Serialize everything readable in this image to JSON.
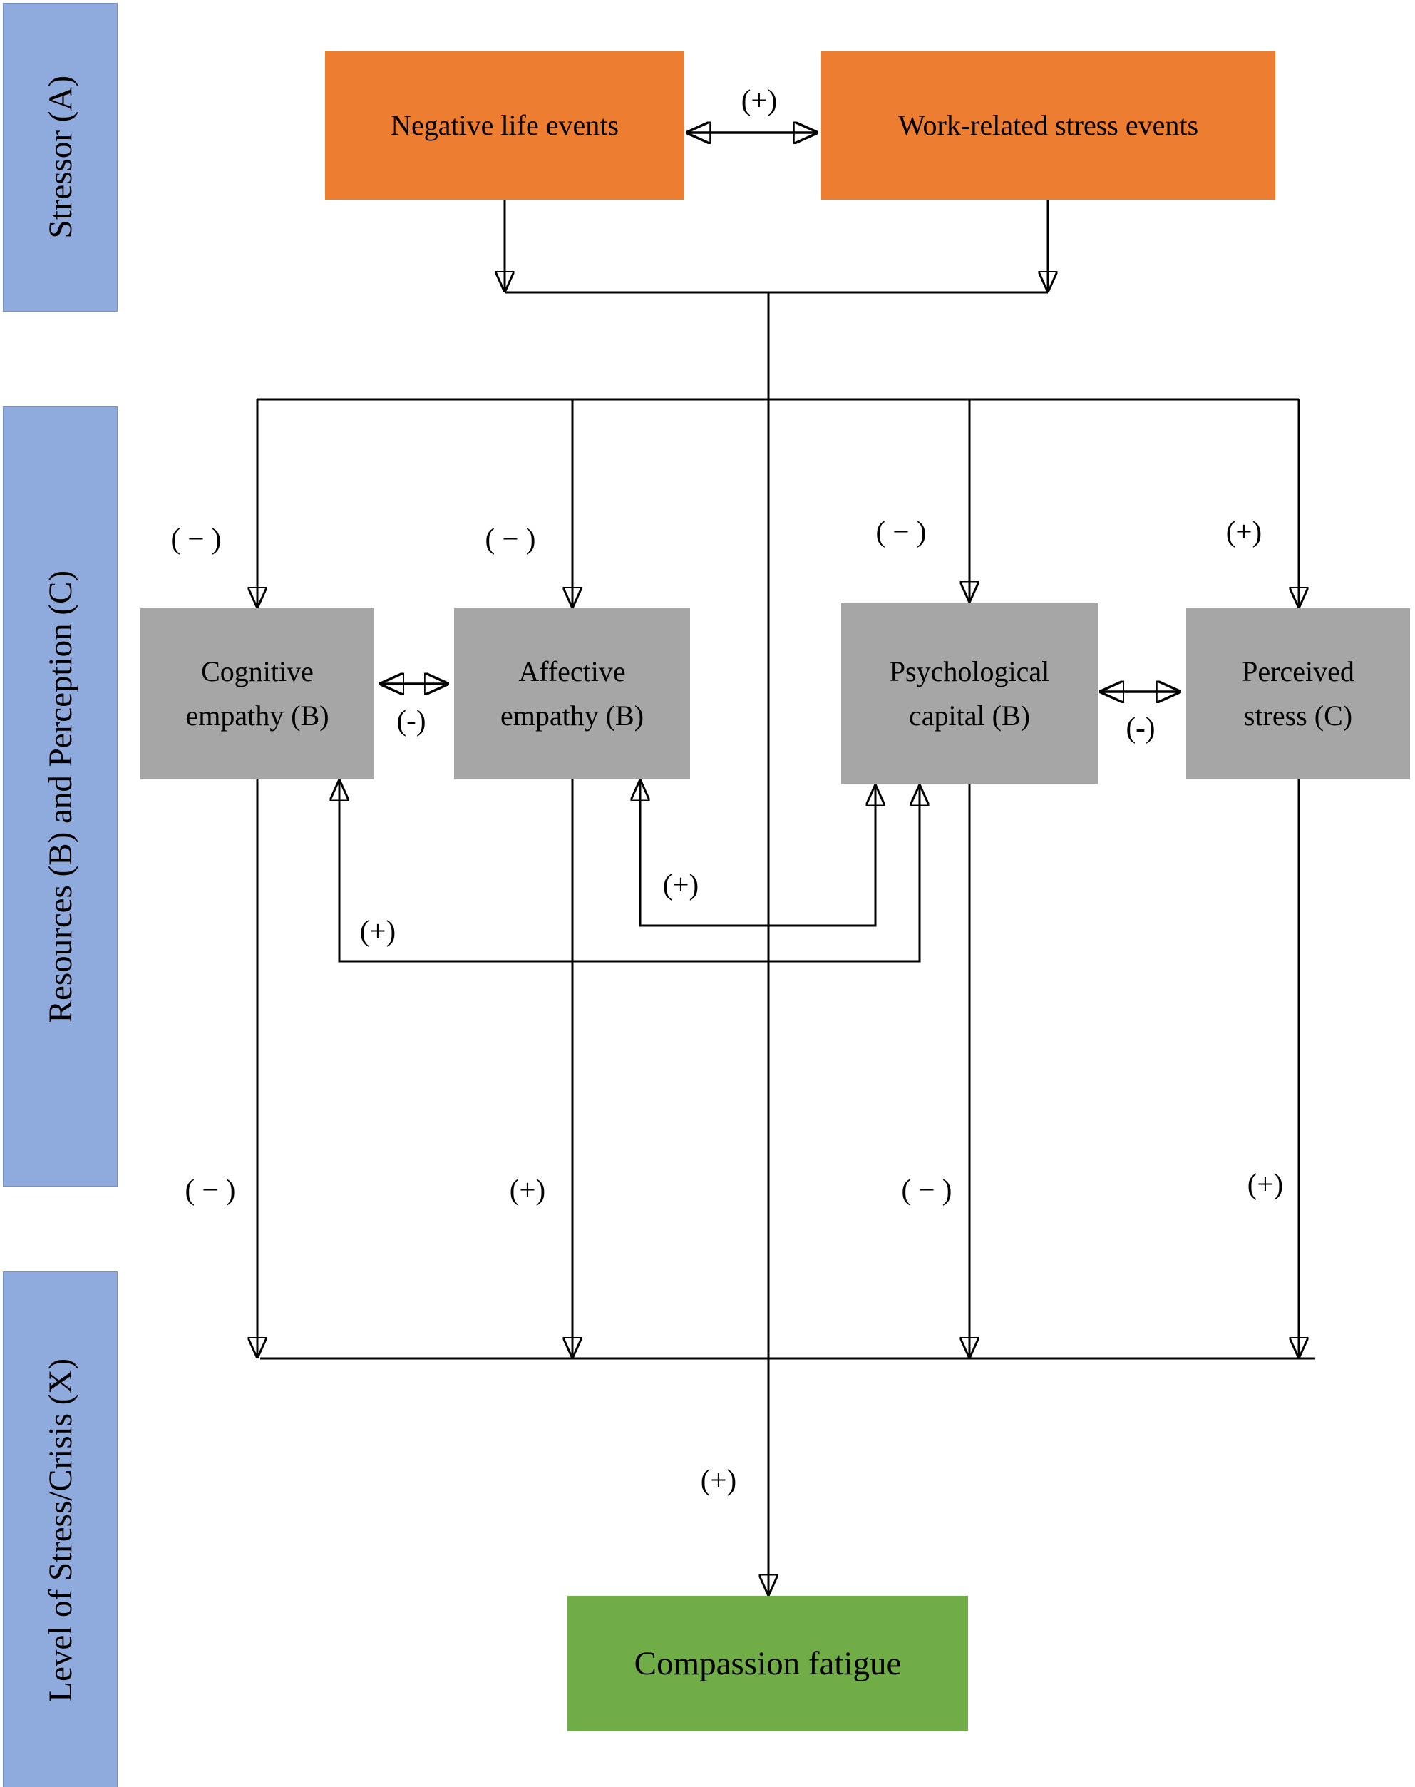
{
  "colors": {
    "band": "#8FAADC",
    "stressor": "#ED7D31",
    "resource": "#A6A6A6",
    "outcome": "#70AD47",
    "line": "#000000",
    "text": "#000000"
  },
  "bands": [
    {
      "label": "Stressor (A)"
    },
    {
      "label": "Resources (B) and Perception (C)"
    },
    {
      "label": "Level of Stress/Crisis (X)"
    }
  ],
  "nodes": {
    "negative_life_events": {
      "label": "Negative life events"
    },
    "work_related_stress_events": {
      "label": "Work-related stress events"
    },
    "cognitive_empathy": {
      "lines": [
        "Cognitive",
        "empathy (B)"
      ]
    },
    "affective_empathy": {
      "lines": [
        "Affective",
        "empathy (B)"
      ]
    },
    "psychological_capital": {
      "lines": [
        "Psychological",
        "capital (B)"
      ]
    },
    "perceived_stress": {
      "lines": [
        "Perceived",
        "stress (C)"
      ]
    },
    "compassion_fatigue": {
      "label": "Compassion fatigue"
    }
  },
  "signs": {
    "stressor_correlation": "(+)",
    "stressors_to_cognitive": "( − )",
    "stressors_to_affective": "( − )",
    "stressors_to_psycap": "( − )",
    "stressors_to_perceived": "(+)",
    "cognitive_affective": "(-)",
    "psycap_perceived": "(-)",
    "affective_psycap_feedback": "(+)",
    "cognitive_psycap_feedback": "(+)",
    "cognitive_to_level": "( − )",
    "affective_to_level": "(+)",
    "psycap_to_level": "( − )",
    "perceived_to_level": "(+)",
    "level_to_compassion": "(+)"
  }
}
